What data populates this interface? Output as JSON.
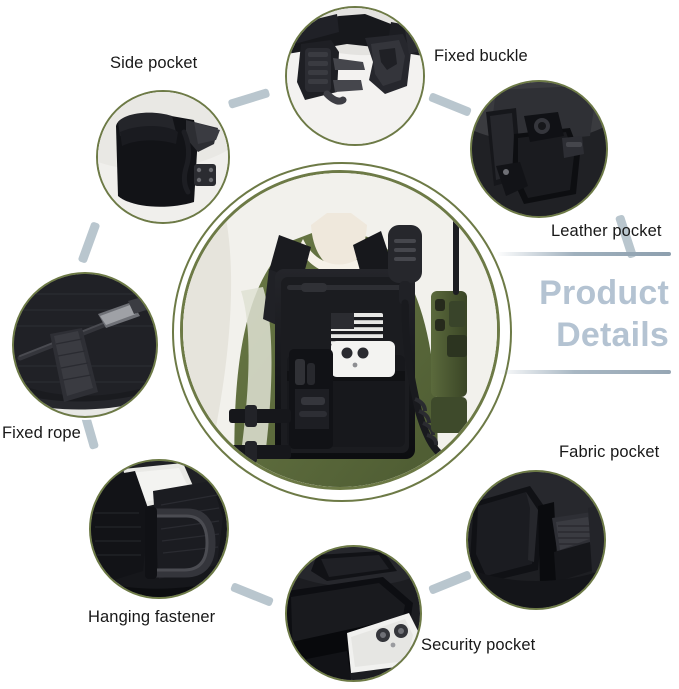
{
  "page": {
    "background_color": "#ffffff",
    "ring_color": "#6d7a46",
    "connector_color": "#b9c6ce",
    "label_color": "#181818"
  },
  "headline": {
    "line1": "Product",
    "line2": "Details",
    "color": "#b4c3d2",
    "rule_color": "#9fb0bd"
  },
  "callouts": [
    {
      "id": "side-pocket",
      "label": "Side pocket",
      "image_alt": "black side pocket pouch with buckle"
    },
    {
      "id": "fixed-buckle",
      "label": "Fixed buckle",
      "image_alt": "black side-release buckle on webbing strap"
    },
    {
      "id": "leather-pocket",
      "label": "Leather pocket",
      "image_alt": "black leather pocket with snap closure"
    },
    {
      "id": "fabric-pocket",
      "label": "Fabric pocket",
      "image_alt": "black fabric pocket with hook and loop strap"
    },
    {
      "id": "security-pocket",
      "label": "Security pocket",
      "image_alt": "white smartphone inserted into hidden security pocket"
    },
    {
      "id": "hanging-fastener",
      "label": "Hanging fastener",
      "image_alt": "black D-ring hanging fastener on webbing"
    },
    {
      "id": "fixed-rope",
      "label": "Fixed rope",
      "image_alt": "elastic fixed rope retainer under webbing loop"
    }
  ],
  "hero": {
    "alt": "person in olive green shirt wearing black tactical chest rig",
    "shirt_color": "#5b6b3a",
    "rig_color": "#15161a",
    "radio_color": "#4d5c34",
    "patch_alt": "US flag patch",
    "phone_alt": "white smartphone in front pocket"
  }
}
